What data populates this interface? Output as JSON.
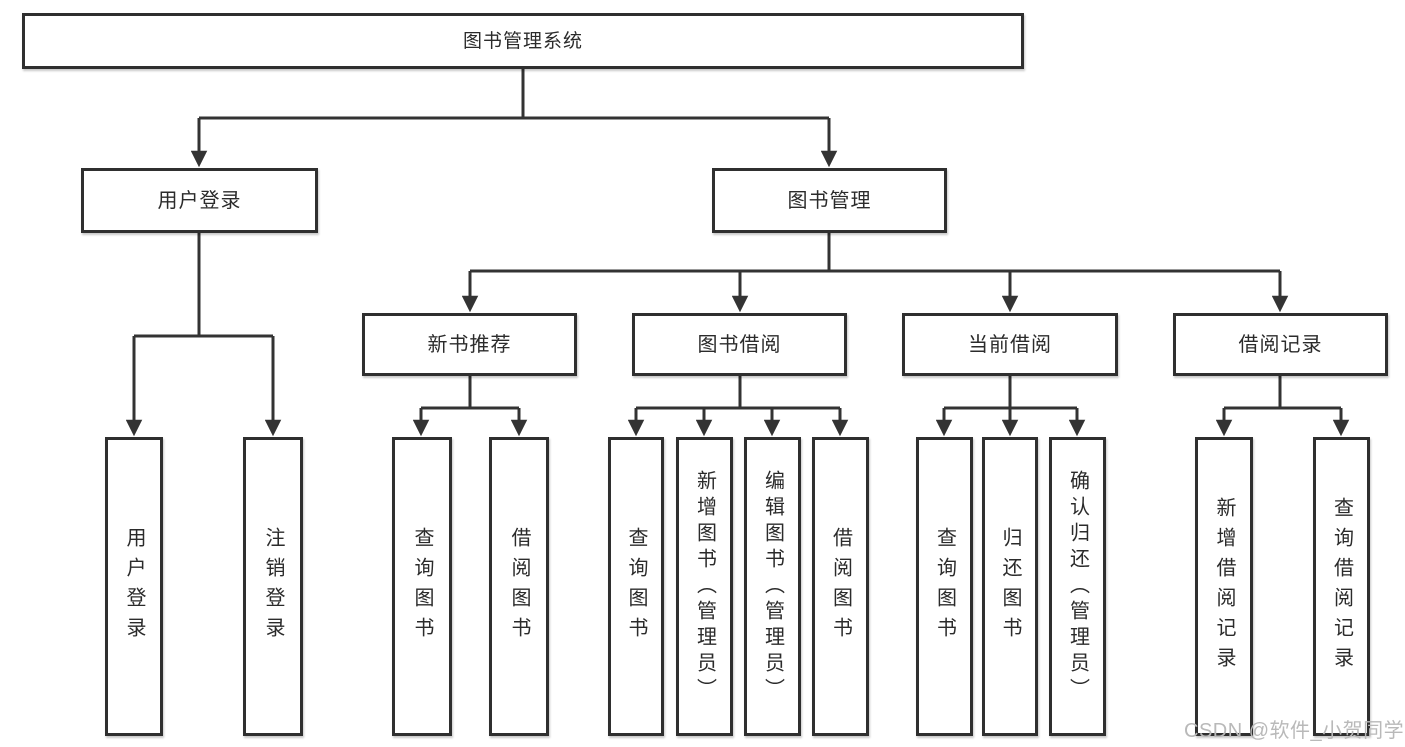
{
  "tree": {
    "label": "图书管理系统",
    "children": [
      {
        "label": "用户登录",
        "children": [
          {
            "label": "用户登录"
          },
          {
            "label": "注销登录"
          }
        ]
      },
      {
        "label": "图书管理",
        "children": [
          {
            "label": "新书推荐",
            "children": [
              {
                "label": "查询图书"
              },
              {
                "label": "借阅图书"
              }
            ]
          },
          {
            "label": "图书借阅",
            "children": [
              {
                "label": "查询图书"
              },
              {
                "label": "新增图书（管理员）"
              },
              {
                "label": "编辑图书（管理员）"
              },
              {
                "label": "借阅图书"
              }
            ]
          },
          {
            "label": "当前借阅",
            "children": [
              {
                "label": "查询图书"
              },
              {
                "label": "归还图书"
              },
              {
                "label": "确认归还（管理员）"
              }
            ]
          },
          {
            "label": "借阅记录",
            "children": [
              {
                "label": "新增借阅记录"
              },
              {
                "label": "查询借阅记录"
              }
            ]
          }
        ]
      }
    ]
  },
  "watermark": "CSDN @软件_小贺同学",
  "colors": {
    "line": "#333333",
    "box_border": "#2f2f2f",
    "text": "#2b2b2b",
    "watermark": "#b9b9b9",
    "background": "#ffffff"
  }
}
